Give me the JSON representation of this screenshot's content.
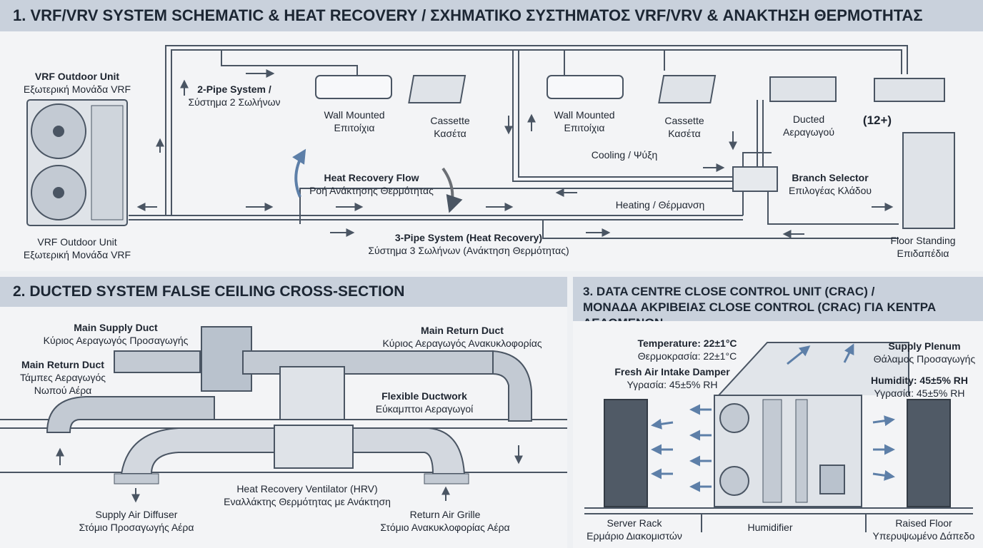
{
  "s1": {
    "title": "1. VRF/VRV SYSTEM SCHEMATIC & HEAT RECOVERY / ΣΧΗΜΑΤΙΚΟ ΣΥΣΤΗΜΑΤΟΣ VRF/VRV & ΑΝΑΚΤΗΣΗ ΘΕΡΜΟΤΗΤΑΣ",
    "outdoor_top": {
      "en": "VRF Outdoor Unit",
      "gr": "Εξωτερική Μονάδα VRF"
    },
    "outdoor_bottom": {
      "en": "VRF Outdoor Unit",
      "gr": "Εξωτερική Μονάδα VRF"
    },
    "two_pipe": {
      "en": "2-Pipe System /",
      "gr": "Σύστημα 2 Σωλήνων"
    },
    "wall1": {
      "en": "Wall Mounted",
      "gr": "Επιτοίχια"
    },
    "cassette1": {
      "en": "Cassette",
      "gr": "Κασέτα"
    },
    "wall2": {
      "en": "Wall Mounted",
      "gr": "Επιτοίχια"
    },
    "cassette2": {
      "en": "Cassette",
      "gr": "Κασέτα"
    },
    "ducted": {
      "en": "Ducted",
      "gr": "Αεραγωγού"
    },
    "count": "(12+)",
    "heat_recovery": {
      "en": "Heat Recovery Flow",
      "gr": "Ροή Ανάκτησης Θερμότητας"
    },
    "cooling": "Cooling / Ψύξη",
    "heating": "Heating / Θέρμανση",
    "branch": {
      "en": "Branch Selector",
      "gr": "Επιλογέας Κλάδου"
    },
    "three_pipe": {
      "en": "3-Pipe System (Heat Recovery)",
      "gr": "Σύστημα 3 Σωλήνων (Ανάκτηση Θερμότητας)"
    },
    "floor": {
      "en": "Floor Standing",
      "gr": "Επιδαπέδια"
    }
  },
  "s2": {
    "title": "2. DUCTED SYSTEM FALSE CEILING CROSS-SECTION",
    "main_supply": {
      "en": "Main Supply Duct",
      "gr": "Κύριος Αεραγωγός Προσαγωγής"
    },
    "main_return_left": {
      "en": "Main Return Duct",
      "gr1": "Τάμπες Αεραγωγός",
      "gr2": "Νωπού Αέρα"
    },
    "main_return_right": {
      "en": "Main Return Duct",
      "gr": "Κύριος Αεραγωγός Ανακυκλοφορίας"
    },
    "flexible": {
      "en": "Flexible Ductwork",
      "gr": "Εύκαμπτοι Αεραγωγοί"
    },
    "hrv": {
      "en": "Heat Recovery Ventilator (HRV)",
      "gr": "Εναλλάκτης Θερμότητας με Ανάκτηση"
    },
    "supply_diffuser": {
      "en": "Supply Air Diffuser",
      "gr": "Στόμιο Προσαγωγής Αέρα"
    },
    "return_grille": {
      "en": "Return Air Grille",
      "gr": "Στόμιο Ανακυκλοφορίας Αέρα"
    }
  },
  "s3": {
    "title1": "3. DATA CENTRE CLOSE CONTROL UNIT (CRAC) /",
    "title2": "ΜΟΝΑΔΑ ΑΚΡΙΒΕΙΑΣ CLOSE CONTROL (CRAC) ΓΙΑ ΚΕΝΤΡΑ ΔΕΔΟΜΕΝΩΝ",
    "temperature": {
      "en": "Temperature: 22±1°C",
      "gr": "Θερμοκρασία: 22±1°C"
    },
    "supply_plenum": {
      "en": "Supply Plenum",
      "gr": "Θάλαμος Προσαγωγής"
    },
    "fresh_air": {
      "en": "Fresh Air Intake Damper",
      "gr": "Υγρασία: 45±5% RH"
    },
    "humidity": {
      "en": "Humidity: 45±5% RH",
      "gr": "Υγρασία: 45±5% RH"
    },
    "server_rack": {
      "en": "Server Rack",
      "gr": "Ερμάριο Διακομιστών"
    },
    "humidifier": "Humidifier",
    "raised_floor": {
      "en": "Raised Floor",
      "gr": "Υπερυψωμένο Δάπεδο"
    }
  },
  "colors": {
    "header": "#c9d1dc",
    "line": "#4a5563",
    "unit": "#dfe3e8",
    "duct": "#b9c2cd"
  }
}
